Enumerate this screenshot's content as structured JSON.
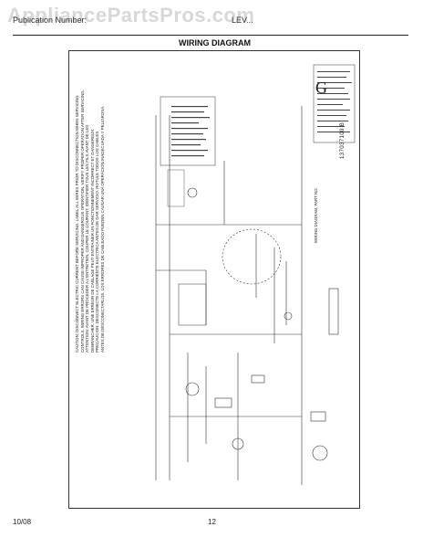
{
  "watermark": "AppliancePartsPros.com",
  "header": {
    "left": "Publication Number:",
    "right": "LEV..."
  },
  "title": "WIRING DIAGRAM",
  "diagram": {
    "letter": "G",
    "part_number": "137037100 B",
    "diagram_label": "WIRING DIAGRAM, PART NO.",
    "caution_lines": [
      "CAUTION: DISCONNECT ELECTRIC CURRENT BEFORE SERVICING. LABEL ALL WIRES PRIOR TO DISCONNECTION WHEN SERVICING",
      "CONTROLS. WIRING ERRORS CAN CAUSE IMPROPER AND DANGEROUS OPERATION. VERIFY PROPER OPERATION AFTER SERVICING.",
      "ATTENTION: AVANT DE PROCEDER A L'ENTRETIEN, COUPER LE COURANT. IDENTIFIER TOUS LES FILS AVANT DE LES",
      "DEBRANCHER. UNE ERREUR DE CABLAGE PEUT ENTRAINER UN FONCTIONNEMENT INCORRECT ET DANGEREUX.",
      "PRECAUCION: DESCONECTE LA CORRIENTE ELECTRICA ANTES DE DAR SERVICIO. ROTULE TODOS LOS CABLES",
      "ANTES DE DESCONECTARLOS. LOS ERRORES DE CABLEADO PUEDEN CAUSAR UNA OPERACION INADECUADA Y PELIGROSA."
    ]
  },
  "footer": {
    "date": "10/08",
    "page": "12"
  }
}
